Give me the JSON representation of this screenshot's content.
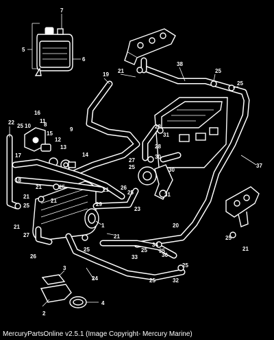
{
  "diagram": {
    "callouts": [
      "1",
      "2",
      "3",
      "4",
      "5",
      "6",
      "7",
      "8",
      "9",
      "10",
      "11",
      "12",
      "13",
      "14",
      "15",
      "16",
      "17",
      "18",
      "19",
      "20",
      "21",
      "22",
      "23",
      "24",
      "25",
      "26",
      "27",
      "28",
      "29",
      "30",
      "31",
      "32",
      "33",
      "34",
      "35",
      "36",
      "37",
      "38"
    ]
  },
  "caption": "MercuryPartsOnline v2.5.1 (Image Copyright- Mercury Marine)",
  "colors": {
    "background": "#000000",
    "line": "#ffffff"
  }
}
